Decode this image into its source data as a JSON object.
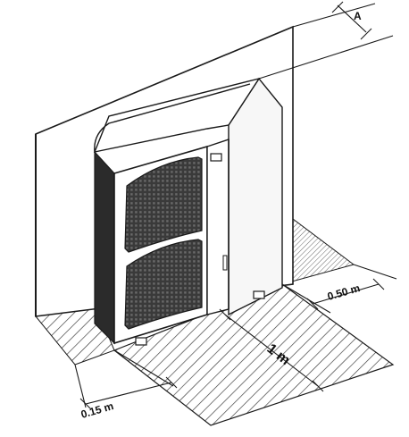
{
  "diagram": {
    "labels": {
      "rear_clearance": "A",
      "side_clearance": "0.50 m",
      "front_clearance": "1 m",
      "left_clearance": "0.15 m"
    }
  },
  "colors": {
    "line": "#1a1a1a",
    "unit_body": "#f7f7f7",
    "unit_side": "#2b2b2b",
    "fan_grille": "#3a3a3a",
    "hatch": "#333333",
    "floor_shade": "#c8c8c8"
  }
}
